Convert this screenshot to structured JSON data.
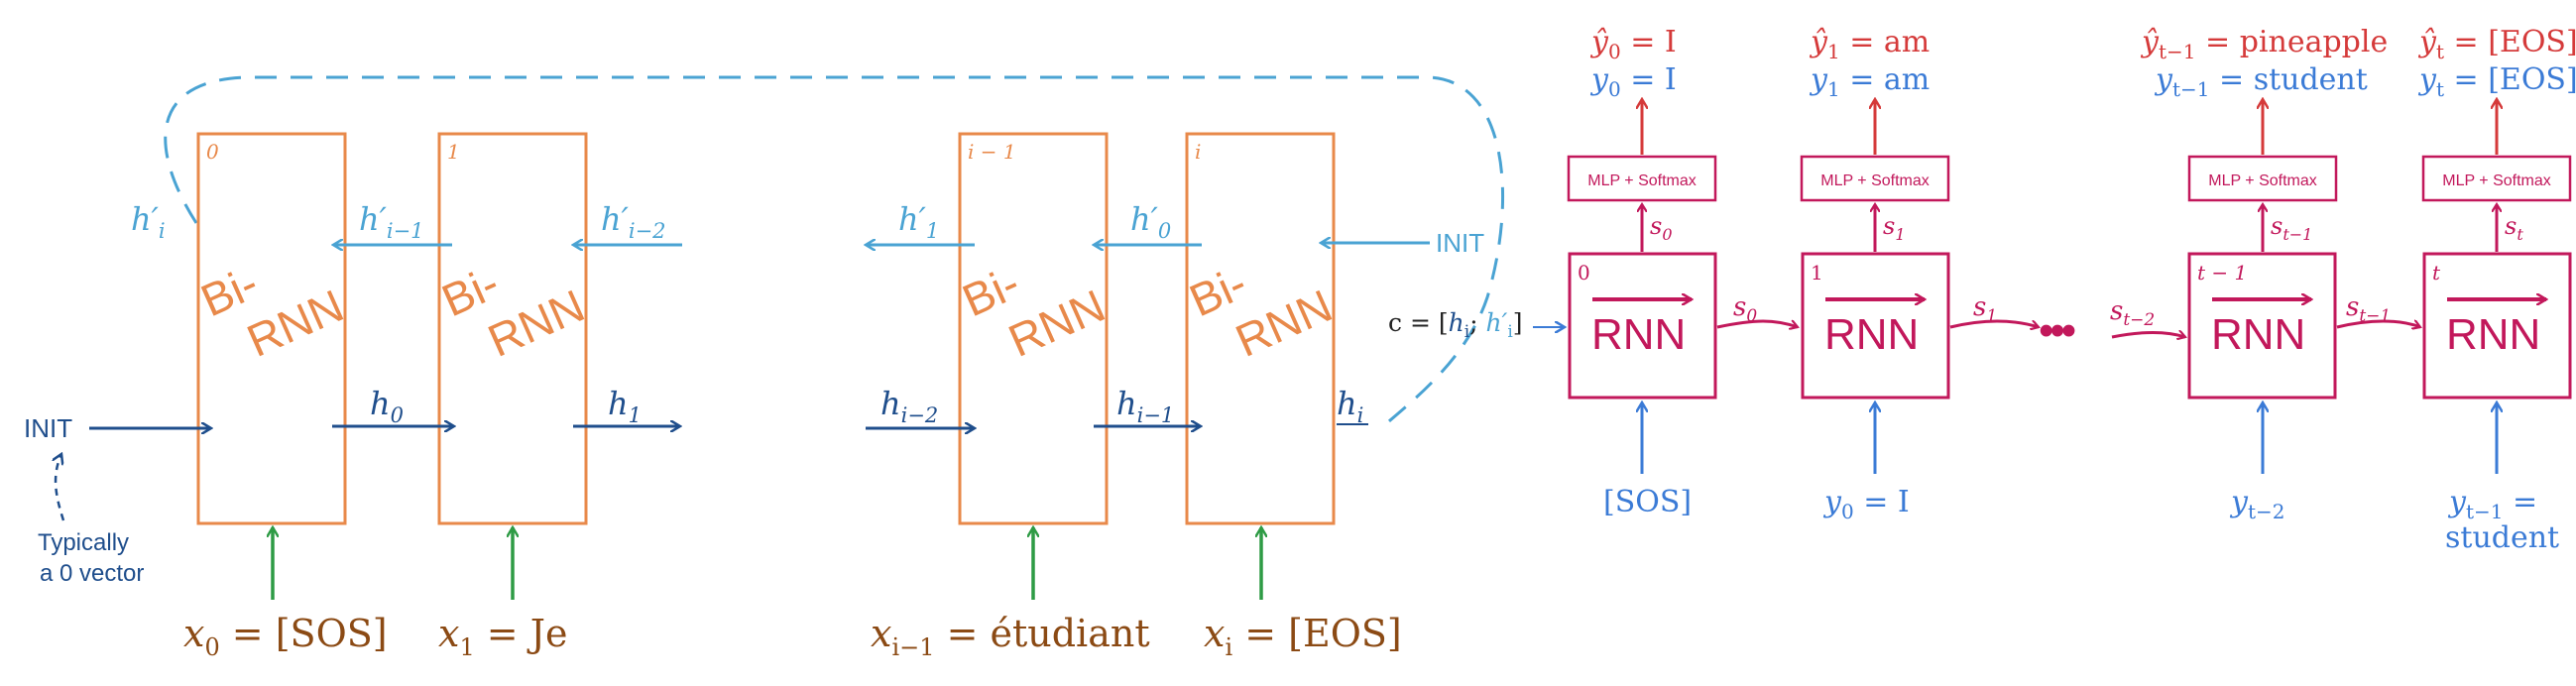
{
  "colors": {
    "orange": "#e8894a",
    "dark_blue": "#1f4e8c",
    "light_blue": "#4aa3d3",
    "green": "#2e9b45",
    "red": "#d53a3a",
    "magenta": "#c2185b",
    "brown": "#8b4a14",
    "label_blue": "#3b7bd6"
  },
  "encoder": {
    "cells": [
      {
        "index": "0",
        "text1": "Bi-",
        "text2": "RNN"
      },
      {
        "index": "1",
        "text1": "Bi-",
        "text2": "RNN"
      },
      {
        "index": "i − 1",
        "text1": "Bi-",
        "text2": "RNN"
      },
      {
        "index": "i",
        "text1": "Bi-",
        "text2": "RNN"
      }
    ],
    "init_left": "INIT",
    "init_right": "INIT",
    "init_note_line1": "Typically",
    "init_note_line2": "a 0 vector",
    "forward_labels": [
      "h",
      "h",
      "h",
      "h",
      "h"
    ],
    "forward_subs": [
      "0",
      "1",
      "i−2",
      "i−1",
      "i"
    ],
    "backward_labels": [
      "h′",
      "h′",
      "h′",
      "h′",
      "h′"
    ],
    "backward_subs": [
      "i",
      "i−1",
      "i−2",
      "1",
      "0"
    ],
    "inputs": [
      {
        "var": "x",
        "sub": "0",
        "rest": " = [SOS]"
      },
      {
        "var": "x",
        "sub": "1",
        "rest": " = Je"
      },
      {
        "var": "x",
        "sub": "i−1",
        "rest": " = étudiant"
      },
      {
        "var": "x",
        "sub": "i",
        "rest": " = [EOS]"
      }
    ]
  },
  "context": {
    "prefix": "c = [",
    "h": "h",
    "h_sub": "i",
    "sep": "; ",
    "hp": "h′",
    "hp_sub": "i",
    "suffix": "]"
  },
  "decoder": {
    "cells": [
      {
        "index": "0",
        "label": "RNN",
        "mlp": "MLP + Softmax",
        "s_sub": "0",
        "pred_var": "ŷ",
        "pred_sub": "0",
        "pred_rest": " = I",
        "true_var": "y",
        "true_sub": "0",
        "true_rest": " = I",
        "input_line1": "[SOS]",
        "input_var": "",
        "input_sub": "",
        "input_rest": ""
      },
      {
        "index": "1",
        "label": "RNN",
        "mlp": "MLP + Softmax",
        "s_sub": "1",
        "pred_var": "ŷ",
        "pred_sub": "1",
        "pred_rest": " = am",
        "true_var": "y",
        "true_sub": "1",
        "true_rest": " = am",
        "input_line1": "",
        "input_var": "y",
        "input_sub": "0",
        "input_rest": " = I"
      },
      {
        "index": "t − 1",
        "label": "RNN",
        "mlp": "MLP + Softmax",
        "s_sub": "t−1",
        "pred_var": "ŷ",
        "pred_sub": "t−1",
        "pred_rest": " = pineapple",
        "true_var": "y",
        "true_sub": "t−1",
        "true_rest": " = student",
        "input_line1": "",
        "input_var": "y",
        "input_sub": "t−2",
        "input_rest": ""
      },
      {
        "index": "t",
        "label": "RNN",
        "mlp": "MLP + Softmax",
        "s_sub": "t",
        "pred_var": "ŷ",
        "pred_sub": "t",
        "pred_rest": " = [EOS]",
        "true_var": "y",
        "true_sub": "t",
        "true_rest": " = [EOS]",
        "input_line1": "student",
        "input_var": "y",
        "input_sub": "t−1",
        "input_rest": " ="
      }
    ],
    "state_labels": [
      {
        "var": "s",
        "sub": "0"
      },
      {
        "var": "s",
        "sub": "1"
      },
      {
        "var": "s",
        "sub": "t−2"
      },
      {
        "var": "s",
        "sub": "t−1"
      }
    ],
    "ellipsis": "•••"
  }
}
